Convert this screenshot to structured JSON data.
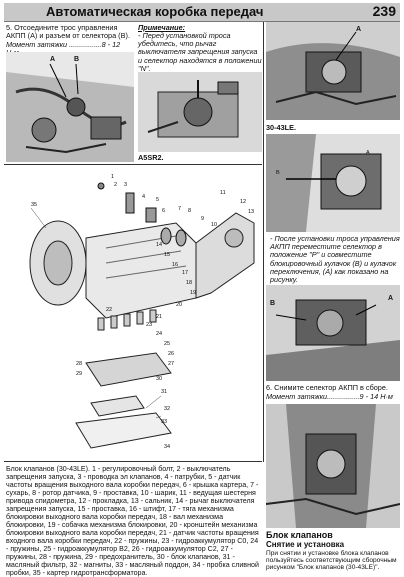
{
  "header": {
    "title": "Автоматическая коробка передач",
    "page_number": "239"
  },
  "step5": {
    "text": "5.   Отсоедините трос управления АКПП (А) и разъем от селектора (В).",
    "torque": "Момент затяжки ................8 - 12 Н·м"
  },
  "note": {
    "title": "Примечание:",
    "text": "- Перед установкой троса убедитесь, что рычаг выключателя запрещения запуска и селектор находятся в положении \"N\"."
  },
  "labels": {
    "a5sr2": "A5SR2.",
    "le30_43": "30-43LE.",
    "callout_a": "A",
    "callout_b": "B"
  },
  "after_install": {
    "text": "- После установки троса управления АКПП переместите селектор в положение \"P\" и совместите блокировочный кулачок (В) и кулачок переключения, (A) как показано на рисунку."
  },
  "step6": {
    "text": "6.  Снимите селектор АКПП в сборе.",
    "torque": "Момент затяжки................9 - 14 Н·м"
  },
  "exploded_numbers": [
    "1",
    "2",
    "3",
    "4",
    "5",
    "6",
    "7",
    "8",
    "9",
    "10",
    "11",
    "12",
    "13",
    "14",
    "15",
    "16",
    "17",
    "18",
    "19",
    "20",
    "21",
    "22",
    "23",
    "24",
    "25",
    "26",
    "27",
    "28",
    "29",
    "30",
    "31",
    "32",
    "33",
    "34",
    "35"
  ],
  "caption": {
    "text": "Блок клапанов (30-43LE). 1 - регулировочный болт, 2 - выключатель запрещения запуска, 3 - проводка эл клапанов, 4 - патрубки, 5 - датчик частоты вращения выходного вала коробки передач, 6 - крышка картера, 7 - сухарь, 8 - ротор датчика, 9 - проставка, 10 - шарик, 11 - ведущая шестерня привода спидометра, 12 - прокладка, 13 - сальник, 14 - рычаг выключателя запрещения запуска, 15 - проставка, 16 - штифт, 17 - тяга механизма блокировки выходного вала коробки передач, 18 - вал механизма блокировки, 19 - собачка механизма блокировки, 20 - кронштейн механизма блокировки выходного вала коробки передач, 21 - датчик частоты вращения входного вала коробки передач, 22 - пружины, 23 - гидроаккумулятор C0, 24 - пружины, 25 - гидроаккумулятор B2, 26 - гидроаккумулятор C2, 27 - пружины, 28 - пружина, 29 - предохранитель, 30 - блок клапанов, 31 - масляный фильтр, 32 - магниты, 33 - масляный поддон, 34 - пробка сливной пробки, 35 - картер гидротрансформатора."
  },
  "section": {
    "title": "Блок клапанов",
    "subtitle": "Снятие и установка",
    "text": "При снятии и установке блока клапанов пользуйтесь соответствующим сборочным рисунком \"Блок клапанов (30-43LE)\"."
  }
}
